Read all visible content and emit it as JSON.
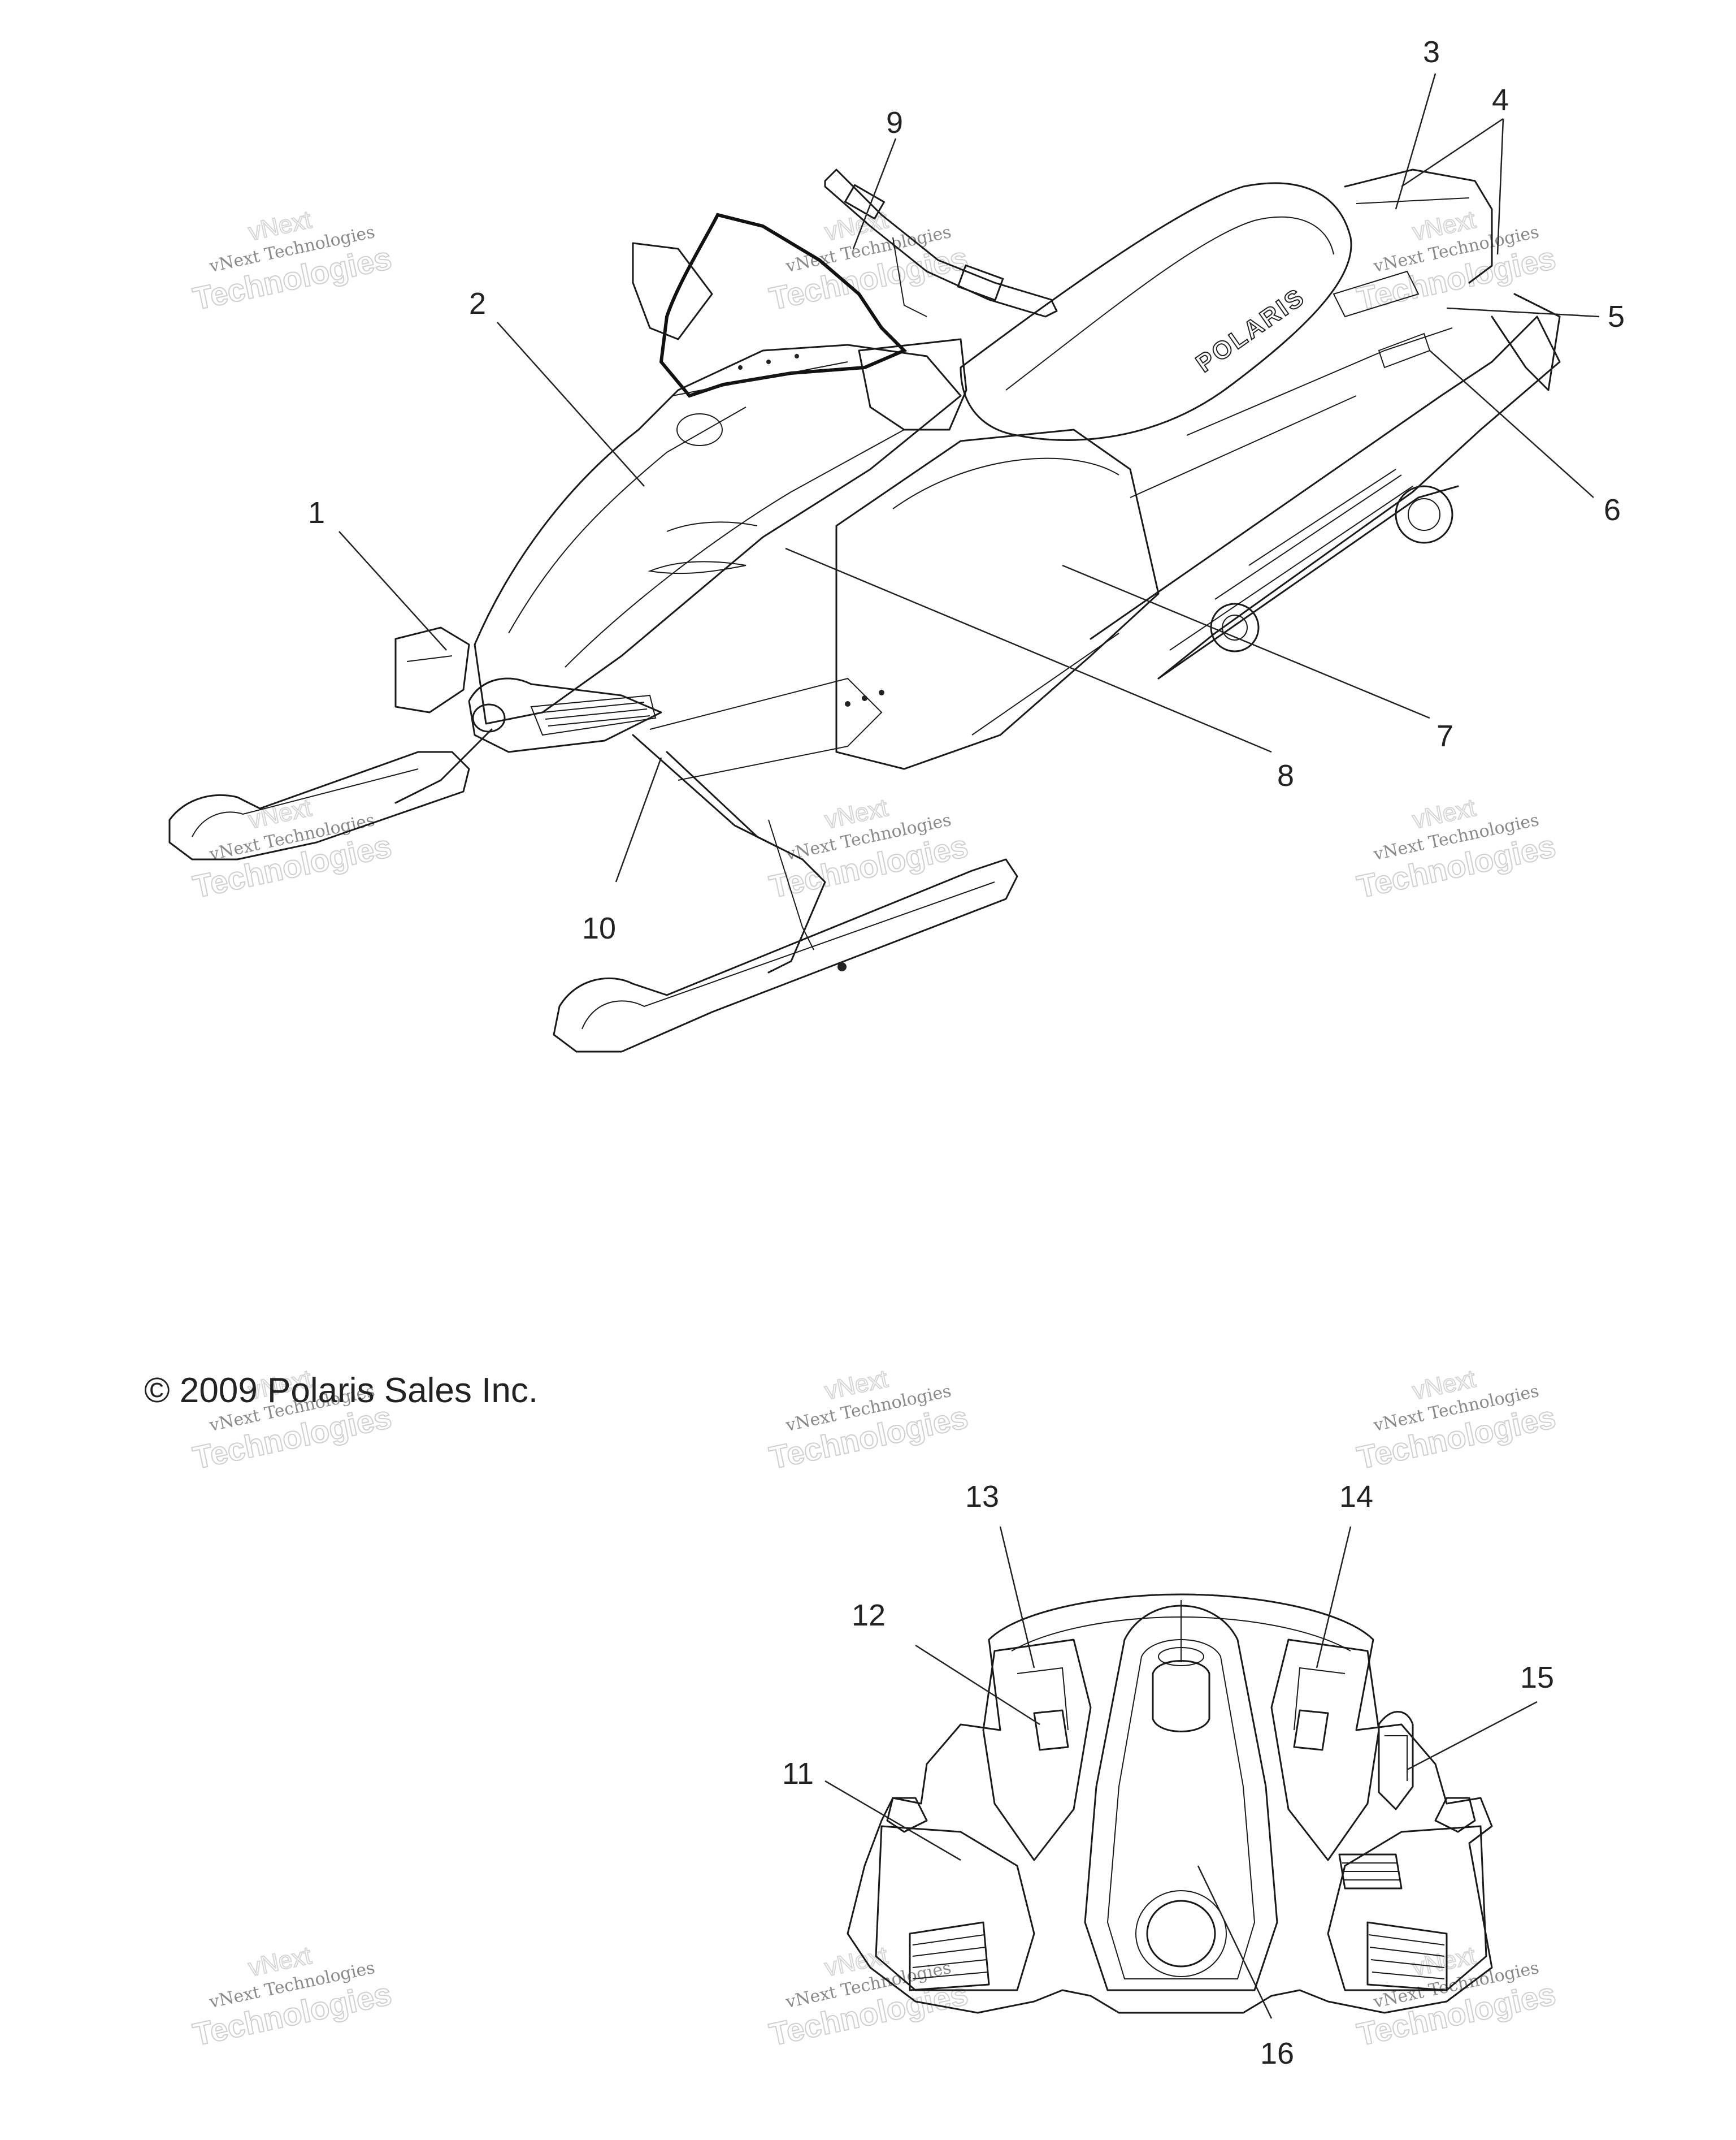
{
  "copyright": "© 2009 Polaris Sales Inc.",
  "brand_mark": "POLARIS",
  "watermark": {
    "line1": "vNext",
    "line2": "vNext Technologies",
    "line3": "Technologies"
  },
  "callouts": [
    "1",
    "2",
    "3",
    "4",
    "5",
    "6",
    "7",
    "8",
    "9",
    "10",
    "11",
    "12",
    "13",
    "14",
    "15",
    "16"
  ],
  "views": [
    "snowmobile-side-view",
    "hood-front-view"
  ]
}
